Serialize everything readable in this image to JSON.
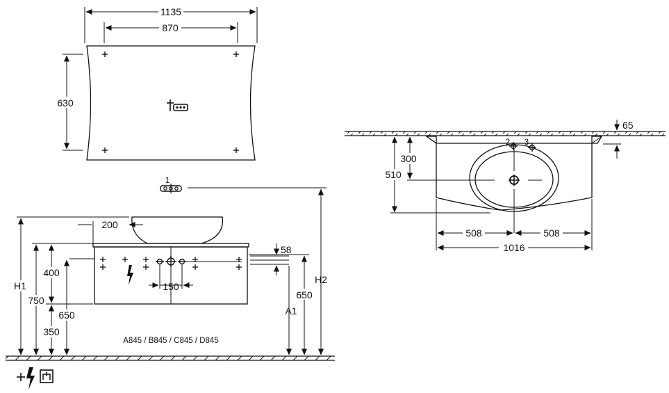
{
  "colors": {
    "ink": "#111111",
    "background": "#ffffff"
  },
  "mirror_view": {
    "width_outer": "1135",
    "width_inner": "870",
    "height": "630"
  },
  "front_view": {
    "marker_1": "1",
    "bowl_offset": "200",
    "top_thickness": "58",
    "spacing": "150",
    "h1": "H1",
    "h2": "H2",
    "a1": "A1",
    "dim_400": "400",
    "dim_750": "750",
    "dim_350": "350",
    "dim_650_left": "650",
    "dim_650_right": "650",
    "model_codes": "A845  / B845 / C845 / D845"
  },
  "plan_view": {
    "marker_2": "2",
    "marker_3": "3",
    "dim_65": "65",
    "dim_300": "300",
    "dim_510": "510",
    "half_left": "508",
    "half_right": "508",
    "total_width": "1016"
  },
  "legend": {
    "icons": [
      "electrical-supply-icon",
      "socket-icon"
    ]
  }
}
